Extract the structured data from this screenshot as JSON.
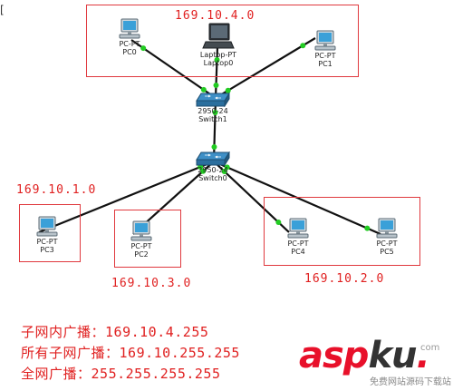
{
  "subnets": [
    {
      "id": "s4",
      "label": "169.10.4.0"
    },
    {
      "id": "s1",
      "label": "169.10.1.0"
    },
    {
      "id": "s3",
      "label": "169.10.3.0"
    },
    {
      "id": "s2",
      "label": "169.10.2.0"
    }
  ],
  "nodes": {
    "pc0": {
      "type": "PC-PT",
      "name": "PC0"
    },
    "laptop0": {
      "type": "Laptop-PT",
      "name": "Laptop0"
    },
    "pc1": {
      "type": "PC-PT",
      "name": "PC1"
    },
    "switch1": {
      "type": "2950-24",
      "name": "Switch1"
    },
    "switch0": {
      "type": "2950-24",
      "name": "Switch0"
    },
    "pc3": {
      "type": "PC-PT",
      "name": "PC3"
    },
    "pc2": {
      "type": "PC-PT",
      "name": "PC2"
    },
    "pc4": {
      "type": "PC-PT",
      "name": "PC4"
    },
    "pc5": {
      "type": "PC-PT",
      "name": "PC5"
    }
  },
  "links": [
    [
      "pc0",
      "switch1"
    ],
    [
      "laptop0",
      "switch1"
    ],
    [
      "pc1",
      "switch1"
    ],
    [
      "switch1",
      "switch0"
    ],
    [
      "switch0",
      "pc3"
    ],
    [
      "switch0",
      "pc2"
    ],
    [
      "switch0",
      "pc4"
    ],
    [
      "switch0",
      "pc5"
    ]
  ],
  "broadcasts": [
    {
      "label": "子网内广播：",
      "value": "169.10.4.255"
    },
    {
      "label": "所有子网广播：",
      "value": "169.10.255.255"
    },
    {
      "label": "全网广播：",
      "value": "255.255.255.255"
    }
  ],
  "watermark": {
    "part1": "asp",
    "part2": "ku",
    "dot": ".",
    "com": "com",
    "sub": "免费网站源码下载站"
  },
  "edge_mark": "[",
  "colors": {
    "link": "#111111",
    "port": "#22cc22",
    "subnet_border": "#e0393e",
    "text_red": "#e02020"
  }
}
